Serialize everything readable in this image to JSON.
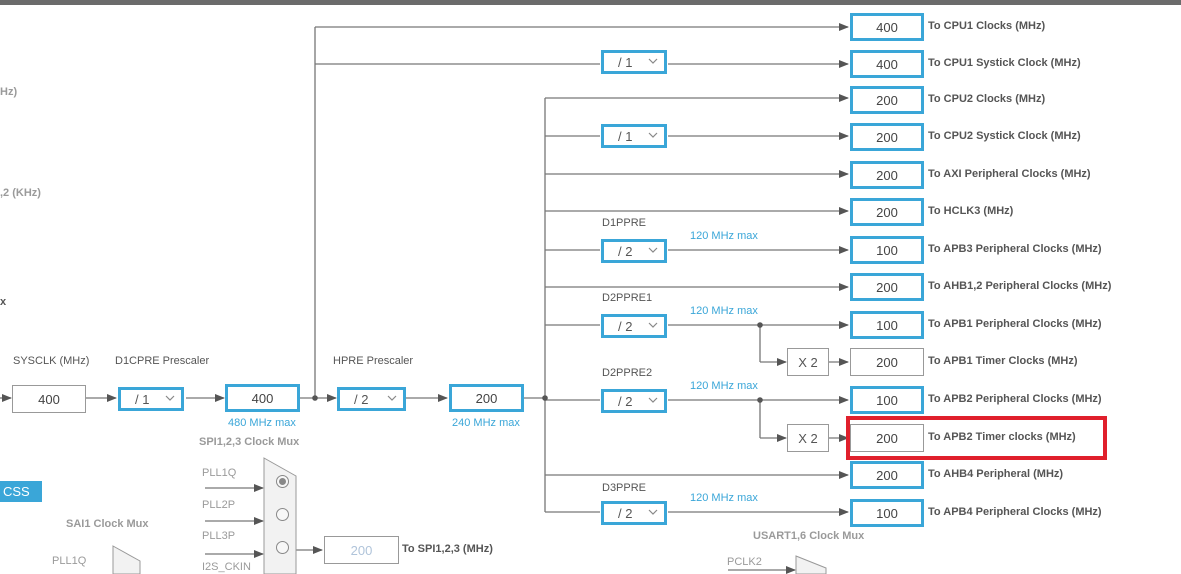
{
  "left_cut_labels": [
    "Hz)",
    ",2 (KHz)",
    "x"
  ],
  "sysclk": {
    "label": "SYSCLK (MHz)",
    "value": "400"
  },
  "d1cpre": {
    "label": "D1CPRE Prescaler",
    "value": "/ 1",
    "out_value": "400",
    "max": "480 MHz max"
  },
  "hpre": {
    "label": "HPRE Prescaler",
    "value": "/ 2",
    "out_value": "200",
    "max": "240 MHz max"
  },
  "cpu1_systick_div": "/ 1",
  "cpu2_systick_div": "/ 1",
  "d1ppre": {
    "label": "D1PPRE",
    "value": "/ 2",
    "max": "120 MHz max"
  },
  "d2ppre1": {
    "label": "D2PPRE1",
    "value": "/ 2",
    "max": "120 MHz max",
    "mult": "X 2"
  },
  "d2ppre2": {
    "label": "D2PPRE2",
    "value": "/ 2",
    "max": "120 MHz max",
    "mult": "X 2"
  },
  "d3ppre": {
    "label": "D3PPRE",
    "value": "/ 2",
    "max": "120 MHz max"
  },
  "outputs": [
    {
      "value": "400",
      "label": "To CPU1 Clocks (MHz)"
    },
    {
      "value": "400",
      "label": "To CPU1 Systick Clock (MHz)"
    },
    {
      "value": "200",
      "label": "To CPU2 Clocks (MHz)"
    },
    {
      "value": "200",
      "label": "To CPU2 Systick Clock (MHz)"
    },
    {
      "value": "200",
      "label": "To AXI Peripheral Clocks (MHz)"
    },
    {
      "value": "200",
      "label": "To HCLK3 (MHz)"
    },
    {
      "value": "100",
      "label": "To APB3 Peripheral Clocks (MHz)"
    },
    {
      "value": "200",
      "label": "To AHB1,2 Peripheral Clocks (MHz)"
    },
    {
      "value": "100",
      "label": "To APB1 Peripheral Clocks (MHz)"
    },
    {
      "value": "200",
      "label": "To APB1 Timer Clocks (MHz)"
    },
    {
      "value": "100",
      "label": "To APB2 Peripheral Clocks (MHz)"
    },
    {
      "value": "200",
      "label": "To APB2 Timer clocks (MHz)"
    },
    {
      "value": "200",
      "label": "To AHB4 Peripheral (MHz)"
    },
    {
      "value": "100",
      "label": "To APB4 Peripheral Clocks (MHz)"
    }
  ],
  "css_button": "CSS",
  "spi_mux": {
    "title": "SPI1,2,3 Clock Mux",
    "inputs": [
      "PLL1Q",
      "PLL2P",
      "PLL3P",
      "I2S_CKIN"
    ],
    "out_value": "200",
    "out_label": "To SPI1,2,3 (MHz)"
  },
  "sai_mux": {
    "title": "SAI1 Clock Mux",
    "inputs": [
      "PLL1Q"
    ]
  },
  "usart_mux": {
    "title": "USART1,6 Clock Mux",
    "inputs": [
      "PCLK2"
    ]
  },
  "colors": {
    "accent": "#3aa6d8",
    "highlight": "#e0202c",
    "wire": "#666666"
  }
}
